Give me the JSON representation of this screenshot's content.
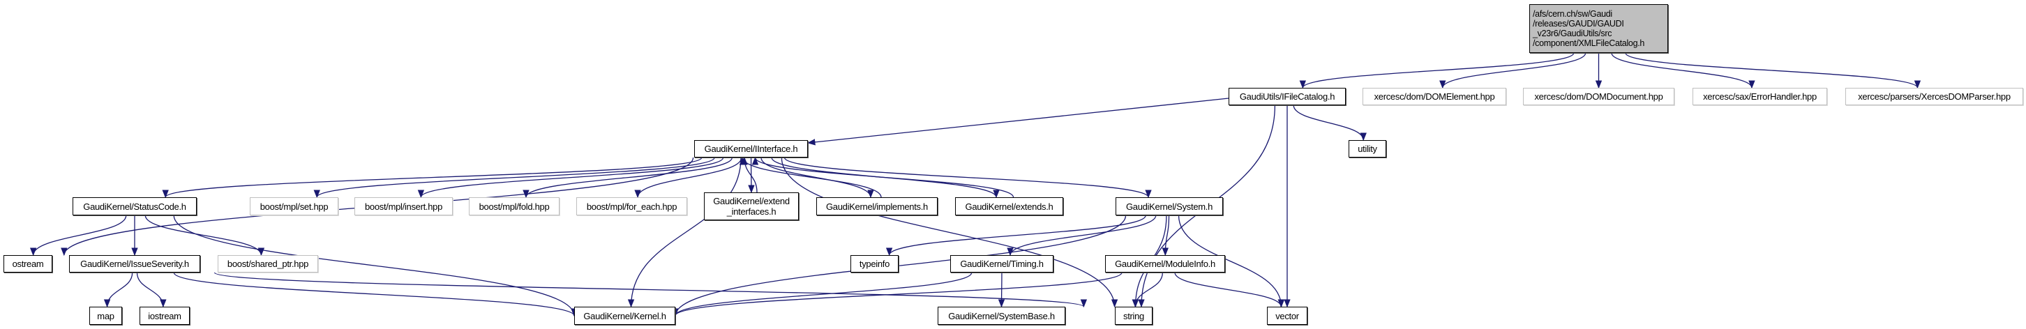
{
  "colors": {
    "edge": "#191970",
    "root_fill": "#bfbfbf",
    "external_border": "#bfbfbf"
  },
  "nodes": [
    {
      "id": "root",
      "label": "/afs/cern.ch/sw/Gaudi\n/releases/GAUDI/GAUDI\n_v23r6/GaudiUtils/src\n/component/XMLFileCatalog.h",
      "kind": "root"
    },
    {
      "id": "ifilecatalog",
      "label": "GaudiUtils/IFileCatalog.h",
      "kind": "doc"
    },
    {
      "id": "domelement",
      "label": "xercesc/dom/DOMElement.hpp",
      "kind": "ext"
    },
    {
      "id": "domdocument",
      "label": "xercesc/dom/DOMDocument.hpp",
      "kind": "ext"
    },
    {
      "id": "errorhandler",
      "label": "xercesc/sax/ErrorHandler.hpp",
      "kind": "ext"
    },
    {
      "id": "xercesdomparser",
      "label": "xercesc/parsers/XercesDOMParser.hpp",
      "kind": "ext"
    },
    {
      "id": "iinterface",
      "label": "GaudiKernel/IInterface.h",
      "kind": "doc"
    },
    {
      "id": "utility",
      "label": "utility",
      "kind": "doc"
    },
    {
      "id": "statuscode",
      "label": "GaudiKernel/StatusCode.h",
      "kind": "doc"
    },
    {
      "id": "mplset",
      "label": "boost/mpl/set.hpp",
      "kind": "ext"
    },
    {
      "id": "mplinsert",
      "label": "boost/mpl/insert.hpp",
      "kind": "ext"
    },
    {
      "id": "mplfold",
      "label": "boost/mpl/fold.hpp",
      "kind": "ext"
    },
    {
      "id": "mplforeach",
      "label": "boost/mpl/for_each.hpp",
      "kind": "ext"
    },
    {
      "id": "extendinterfaces",
      "label": "GaudiKernel/extend\n_interfaces.h",
      "kind": "doc"
    },
    {
      "id": "implements",
      "label": "GaudiKernel/implements.h",
      "kind": "doc"
    },
    {
      "id": "extends",
      "label": "GaudiKernel/extends.h",
      "kind": "doc"
    },
    {
      "id": "system",
      "label": "GaudiKernel/System.h",
      "kind": "doc"
    },
    {
      "id": "ostream",
      "label": "ostream",
      "kind": "doc"
    },
    {
      "id": "issueseverity",
      "label": "GaudiKernel/IssueSeverity.h",
      "kind": "doc"
    },
    {
      "id": "sharedptr",
      "label": "boost/shared_ptr.hpp",
      "kind": "ext"
    },
    {
      "id": "typeinfo",
      "label": "typeinfo",
      "kind": "doc"
    },
    {
      "id": "timing",
      "label": "GaudiKernel/Timing.h",
      "kind": "doc"
    },
    {
      "id": "moduleinfo",
      "label": "GaudiKernel/ModuleInfo.h",
      "kind": "doc"
    },
    {
      "id": "map",
      "label": "map",
      "kind": "doc"
    },
    {
      "id": "iostream",
      "label": "iostream",
      "kind": "doc"
    },
    {
      "id": "kernel",
      "label": "GaudiKernel/Kernel.h",
      "kind": "doc"
    },
    {
      "id": "systembase",
      "label": "GaudiKernel/SystemBase.h",
      "kind": "doc"
    },
    {
      "id": "string",
      "label": "string",
      "kind": "doc"
    },
    {
      "id": "vector",
      "label": "vector",
      "kind": "doc"
    }
  ],
  "edges": [
    [
      "root",
      "ifilecatalog"
    ],
    [
      "root",
      "domelement"
    ],
    [
      "root",
      "domdocument"
    ],
    [
      "root",
      "errorhandler"
    ],
    [
      "root",
      "xercesdomparser"
    ],
    [
      "ifilecatalog",
      "iinterface"
    ],
    [
      "ifilecatalog",
      "utility"
    ],
    [
      "ifilecatalog",
      "string"
    ],
    [
      "ifilecatalog",
      "vector"
    ],
    [
      "iinterface",
      "ostream"
    ],
    [
      "iinterface",
      "statuscode"
    ],
    [
      "iinterface",
      "kernel"
    ],
    [
      "iinterface",
      "mplset"
    ],
    [
      "iinterface",
      "mplinsert"
    ],
    [
      "iinterface",
      "mplfold"
    ],
    [
      "iinterface",
      "mplforeach"
    ],
    [
      "iinterface",
      "extendinterfaces"
    ],
    [
      "iinterface",
      "implements"
    ],
    [
      "iinterface",
      "extends"
    ],
    [
      "iinterface",
      "system"
    ],
    [
      "iinterface",
      "string"
    ],
    [
      "extendinterfaces",
      "iinterface"
    ],
    [
      "implements",
      "iinterface"
    ],
    [
      "extends",
      "iinterface"
    ],
    [
      "statuscode",
      "ostream"
    ],
    [
      "statuscode",
      "issueseverity"
    ],
    [
      "statuscode",
      "sharedptr"
    ],
    [
      "statuscode",
      "kernel"
    ],
    [
      "issueseverity",
      "map"
    ],
    [
      "issueseverity",
      "iostream"
    ],
    [
      "issueseverity",
      "kernel"
    ],
    [
      "issueseverity",
      "string"
    ],
    [
      "system",
      "typeinfo"
    ],
    [
      "system",
      "timing"
    ],
    [
      "system",
      "moduleinfo"
    ],
    [
      "system",
      "string"
    ],
    [
      "system",
      "vector"
    ],
    [
      "system",
      "kernel"
    ],
    [
      "timing",
      "kernel"
    ],
    [
      "timing",
      "systembase"
    ],
    [
      "moduleinfo",
      "kernel"
    ],
    [
      "moduleinfo",
      "string"
    ],
    [
      "moduleinfo",
      "vector"
    ]
  ]
}
